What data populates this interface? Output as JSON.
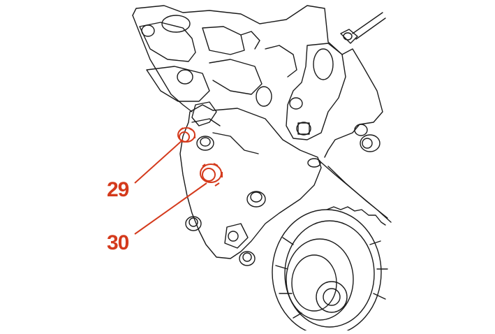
{
  "diagram": {
    "callouts": [
      {
        "id": "29",
        "text": "29"
      },
      {
        "id": "30",
        "text": "30"
      }
    ],
    "colors": {
      "line": "#1a1a1a",
      "highlight": "#d43a1c",
      "background": "#ffffff"
    }
  }
}
